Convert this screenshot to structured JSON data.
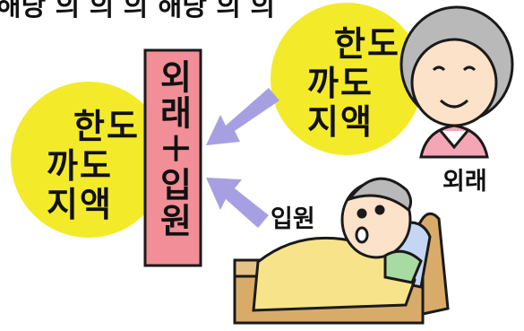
{
  "top_text_cropped": "해당 의 의 의 해당 의 의",
  "left_circle": {
    "line1": "한도",
    "line2": "까도",
    "line3": "지액"
  },
  "right_circle": {
    "line1": "한도",
    "line2": "까도",
    "line3": "지액"
  },
  "center_banner": "외래＋입원",
  "label_outpatient": "외래",
  "label_inpatient": "입원",
  "colors": {
    "circle_fill": "#f3ea2a",
    "banner_fill": "#f18e97",
    "arrow_fill": "#a6a0e2",
    "outline": "#1a1a1a"
  }
}
